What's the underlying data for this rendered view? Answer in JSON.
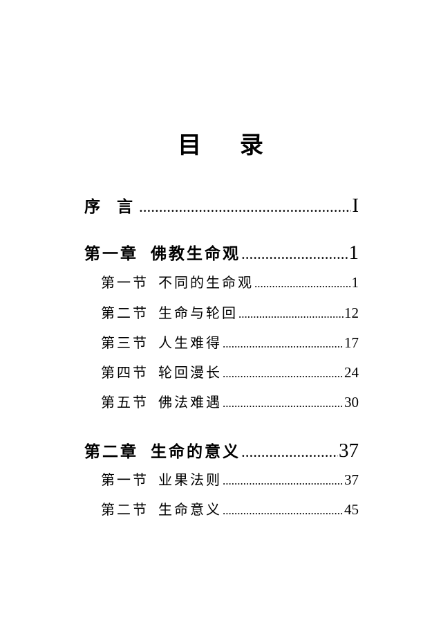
{
  "title": "目 录",
  "toc": [
    {
      "kind": "major",
      "label": "序 言",
      "page": "I"
    },
    {
      "kind": "major",
      "num": "第一章",
      "name": "佛教生命观",
      "page": "1"
    },
    {
      "kind": "minor",
      "num": "第一节",
      "name": "不同的生命观",
      "page": "1"
    },
    {
      "kind": "minor",
      "num": "第二节",
      "name": "生命与轮回",
      "page": "12"
    },
    {
      "kind": "minor",
      "num": "第三节",
      "name": "人生难得",
      "page": "17"
    },
    {
      "kind": "minor",
      "num": "第四节",
      "name": "轮回漫长",
      "page": "24"
    },
    {
      "kind": "minor",
      "num": "第五节",
      "name": "佛法难遇",
      "page": "30"
    },
    {
      "kind": "major",
      "num": "第二章",
      "name": "生命的意义",
      "page": "37"
    },
    {
      "kind": "minor",
      "num": "第一节",
      "name": "业果法则",
      "page": "37"
    },
    {
      "kind": "minor",
      "num": "第二节",
      "name": "生命意义",
      "page": "45"
    }
  ]
}
